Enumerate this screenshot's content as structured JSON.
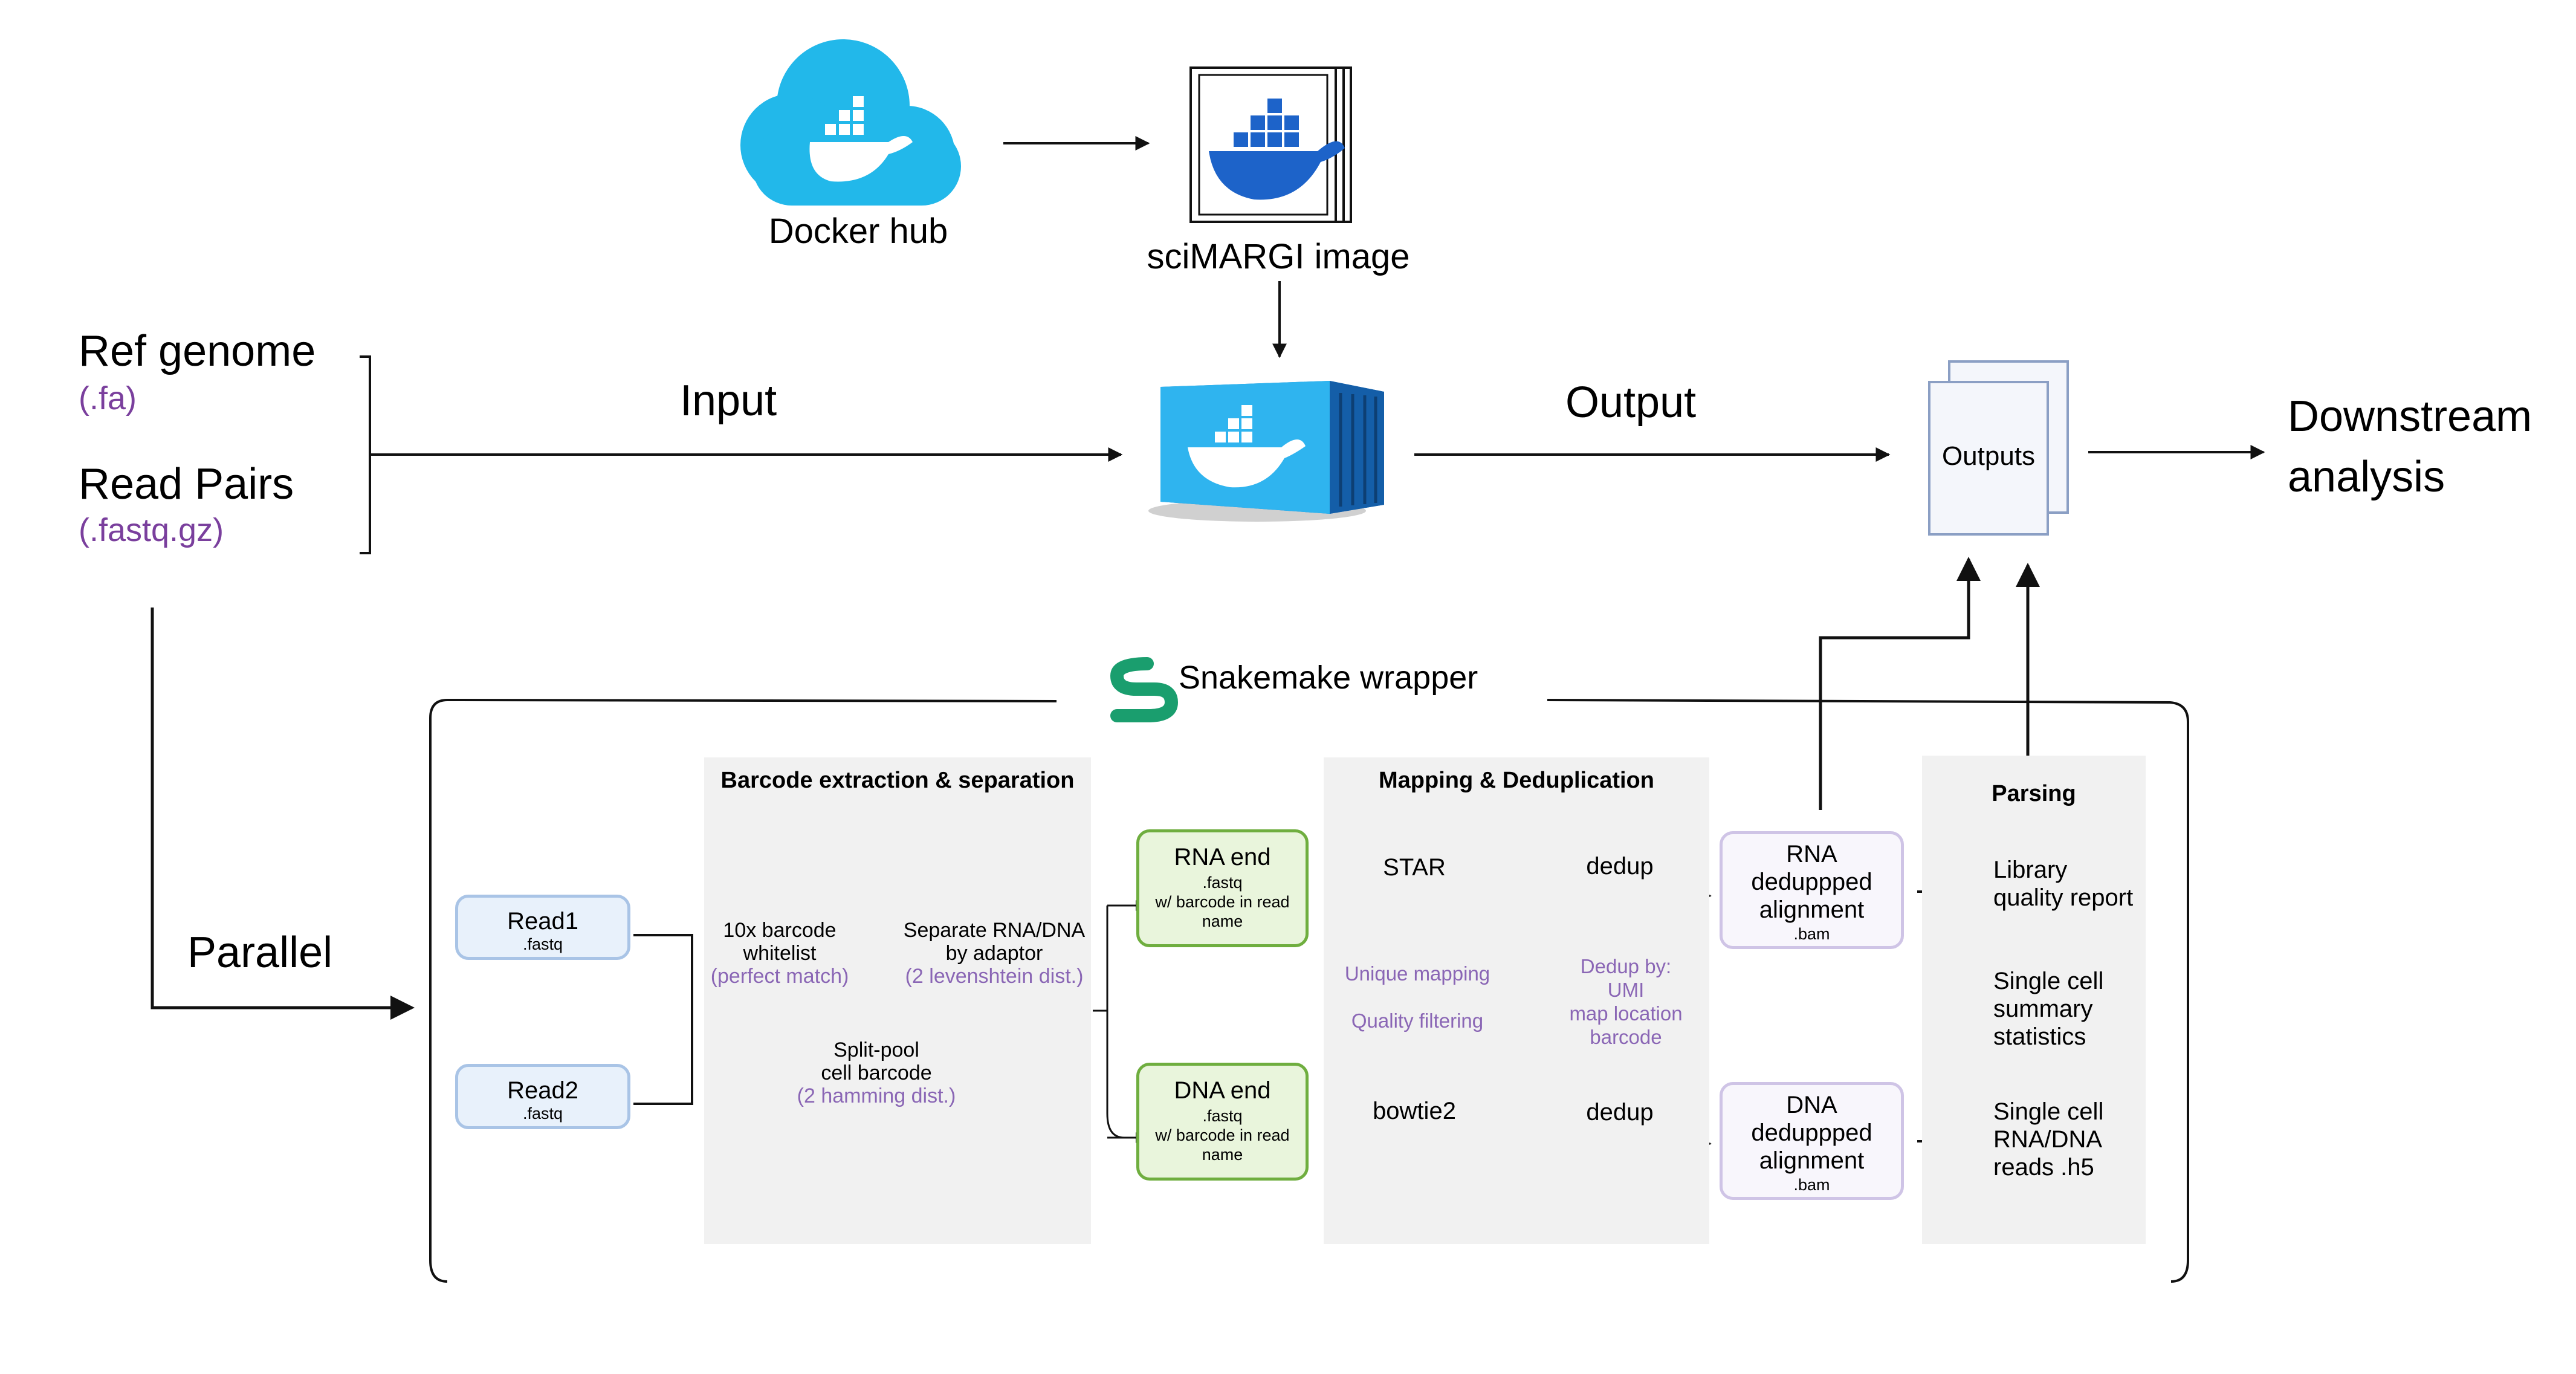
{
  "top": {
    "docker_hub_label": "Docker hub",
    "image_label": "sciMARGI image"
  },
  "inputs": {
    "ref_genome": "Ref genome",
    "ref_ext": "(.fa)",
    "read_pairs": "Read Pairs",
    "read_ext": "(.fastq.gz)"
  },
  "flow": {
    "input_label": "Input",
    "output_label": "Output",
    "outputs_box": "Outputs",
    "downstream_line1": "Downstream",
    "downstream_line2": "analysis",
    "parallel_label": "Parallel"
  },
  "wrapper": {
    "title": "Snakemake wrapper"
  },
  "reads": [
    {
      "name": "Read1",
      "ext": ".fastq"
    },
    {
      "name": "Read2",
      "ext": ".fastq"
    }
  ],
  "barcode": {
    "title": "Barcode extraction & separation",
    "whitelist_l1": "10x barcode",
    "whitelist_l2": "whitelist",
    "whitelist_note": "(perfect match)",
    "separate_l1": "Separate RNA/DNA",
    "separate_l2": "by adaptor",
    "separate_note": "(2 levenshtein dist.)",
    "split_l1": "Split-pool",
    "split_l2": "cell barcode",
    "split_note": "(2 hamming dist.)"
  },
  "ends": [
    {
      "title": "RNA end",
      "ext": ".fastq",
      "l1": "w/ barcode in read",
      "l2": "name"
    },
    {
      "title": "DNA end",
      "ext": ".fastq",
      "l1": "w/ barcode in read",
      "l2": "name"
    }
  ],
  "mapping": {
    "title": "Mapping & Deduplication",
    "star": "STAR",
    "bowtie2": "bowtie2",
    "dedup_rna": "dedup",
    "dedup_dna": "dedup",
    "unique_mapping": "Unique mapping",
    "quality_filtering": "Quality filtering",
    "dedup_by": "Dedup by:",
    "dedup_umi": "UMI",
    "dedup_map": "map location",
    "dedup_barcode": "barcode"
  },
  "alignments": [
    {
      "l1": "RNA",
      "l2": "deduppped",
      "l3": "alignment",
      "ext": ".bam"
    },
    {
      "l1": "DNA",
      "l2": "deduppped",
      "l3": "alignment",
      "ext": ".bam"
    }
  ],
  "parsing": {
    "title": "Parsing",
    "item1_l1": "Library",
    "item1_l2": "quality report",
    "item2_l1": "Single cell",
    "item2_l2": "summary",
    "item2_l3": "statistics",
    "item3_l1": "Single cell",
    "item3_l2": "RNA/DNA",
    "item3_l3": "reads .h5"
  },
  "colors": {
    "docker_blue": "#1d9be2",
    "cloud_blue": "#22b8ea",
    "purple_ext": "#7a3f9d",
    "lavender_note": "#8a66b5",
    "snakemake_green": "#1a9e6e"
  }
}
